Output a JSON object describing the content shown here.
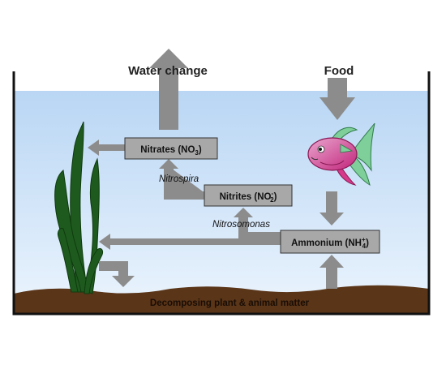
{
  "labels": {
    "water_change": "Water change",
    "food": "Food",
    "sediment": "Decomposing plant & animal matter",
    "nitrospira": "Nitrospira",
    "nitrosomonas": "Nitrosomonas"
  },
  "boxes": {
    "nitrates": {
      "main": "Nitrates (NO",
      "sub": "3",
      "sup": "",
      "close": ")"
    },
    "nitrites": {
      "main": "Nitrites (NO",
      "sub": "2",
      "sup": "-",
      "close": ")"
    },
    "ammonium": {
      "main": "Ammonium (NH",
      "sub": "4",
      "sup": "+",
      "close": ")"
    }
  },
  "colors": {
    "arrow": "#8c8c8c",
    "box_fill": "#a8a8a8",
    "water_top": "#b9d6f4",
    "water_bottom": "#e9f3fd",
    "sediment": "#5a3518",
    "plant": "#1e5a1e",
    "fish_body": "#d63a8a",
    "fish_fin": "#7fcf9a"
  },
  "icons": [
    "fish-icon",
    "aquatic-plant-icon"
  ]
}
